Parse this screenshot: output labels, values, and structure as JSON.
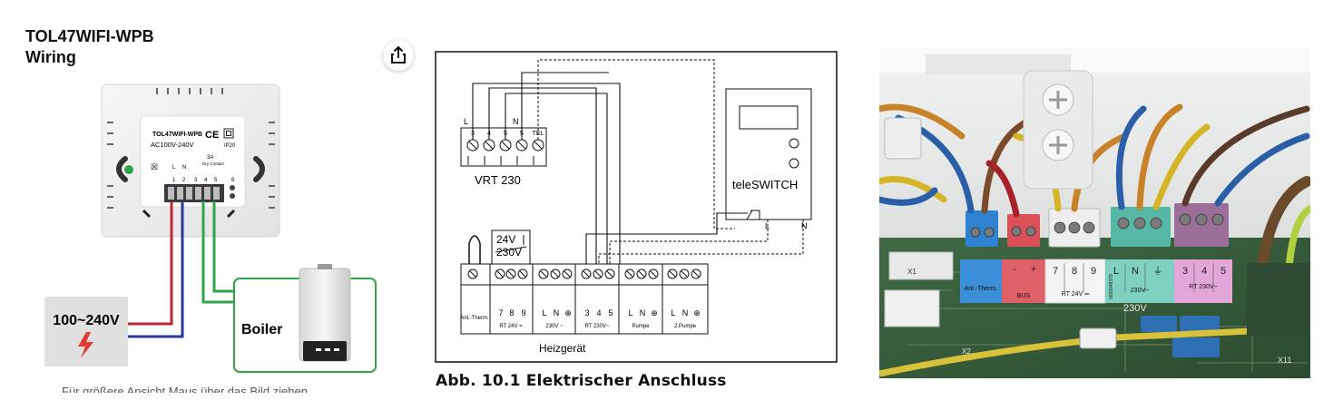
{
  "left_panel": {
    "title_line1": "TOL47WIFI-WPB",
    "title_line2": "Wiring",
    "device_model": "TOL47WIFI-WPB",
    "device_voltage": "AC100V-240V",
    "device_ip": "IP20",
    "device_current": "3A",
    "device_contact": "Dry Contact",
    "terminal_letters": [
      "L",
      "N"
    ],
    "terminal_numbers": [
      "1",
      "2",
      "3",
      "4",
      "5",
      "6"
    ],
    "power_label": "100~240V",
    "boiler_label": "Boiler",
    "caption": "Für größere Ansicht Maus über das Bild ziehen",
    "colors": {
      "live": "#c0272d",
      "neutral": "#2a3a9a",
      "signal": "#2fa64a"
    }
  },
  "middle_panel": {
    "vrt_label": "VRT 230",
    "vrt_terminals": [
      "3",
      "4",
      "5",
      "5",
      "TEL"
    ],
    "vrt_top_labels": [
      "L",
      "N"
    ],
    "teleswitch_label": "teleSWITCH",
    "teleswitch_terminals": [
      "L",
      "N"
    ],
    "dc_label_top": "24V",
    "dc_label_bottom": "230V",
    "groups": [
      {
        "numbers": [],
        "label": "Anl.-Therm."
      },
      {
        "numbers": [
          "7",
          "8",
          "9"
        ],
        "label": "RT 24V ="
      },
      {
        "numbers": [
          "L",
          "N",
          "⊕"
        ],
        "label": "230V ~"
      },
      {
        "numbers": [
          "3",
          "4",
          "5"
        ],
        "label": "RT 230V~"
      },
      {
        "numbers": [
          "L",
          "N",
          "⊕"
        ],
        "label": "Pumpe"
      },
      {
        "numbers": [
          "L",
          "N",
          "⊕"
        ],
        "label": "2.Pumpe"
      }
    ],
    "heizgeraet_label": "Heizgerät",
    "figure_caption": "Abb. 10.1 Elektrischer Anschluss"
  },
  "right_panel": {
    "blocks": [
      {
        "label": "Anl.-Therm.",
        "color": "#3a8fd6"
      },
      {
        "label": "BUS",
        "color": "#e0606a",
        "marks": [
          "-",
          "+"
        ]
      },
      {
        "label": "RT 24V ═",
        "color": "#f4f4f4",
        "marks": [
          "7",
          "8",
          "9"
        ]
      },
      {
        "label": "230V~",
        "color": "#7fd0c0",
        "marks": [
          "L",
          "N",
          "⏚"
        ]
      },
      {
        "label": "RT 230V~",
        "color": "#e3a6d8",
        "marks": [
          "3",
          "4",
          "5"
        ]
      }
    ],
    "serial": "0020045379",
    "board_labels": [
      "X11",
      "230V",
      "X1",
      "X2"
    ]
  }
}
